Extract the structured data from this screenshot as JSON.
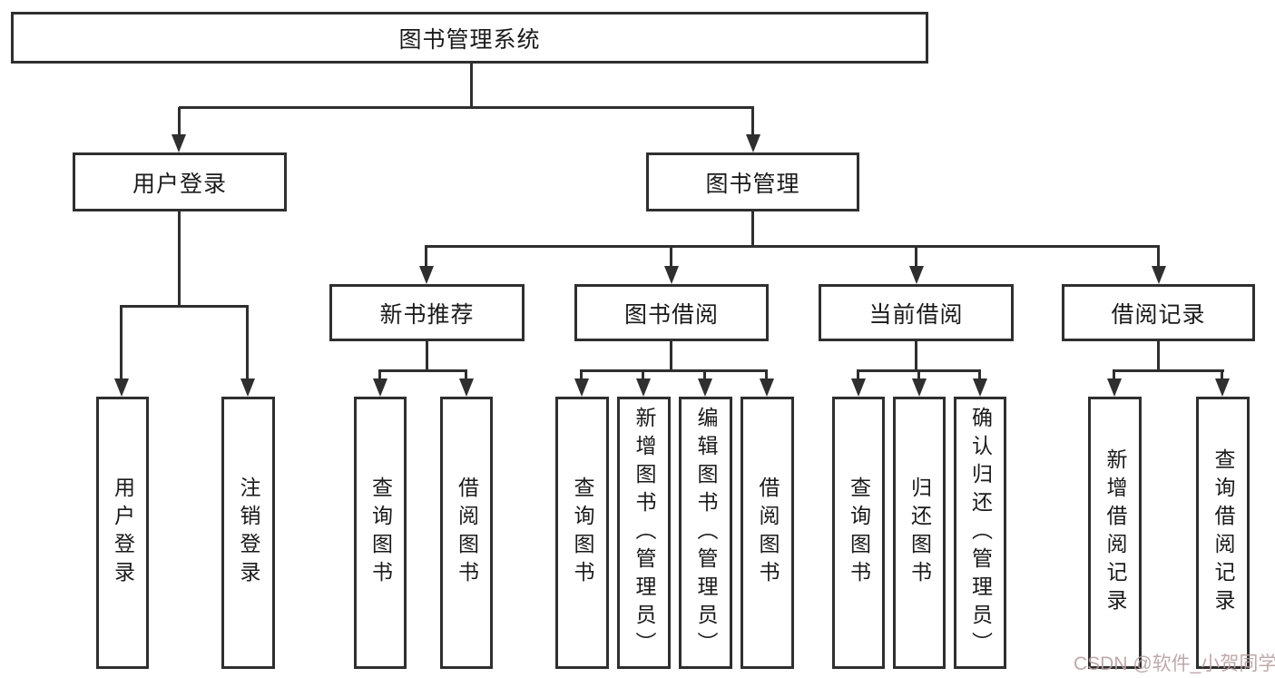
{
  "tree": {
    "root": {
      "label": "图书管理系统"
    },
    "branches": [
      {
        "label": "用户登录",
        "children": [
          {
            "label": "用户登录"
          },
          {
            "label": "注销登录"
          }
        ]
      },
      {
        "label": "图书管理",
        "groups": [
          {
            "label": "新书推荐",
            "children": [
              {
                "label": "查询图书"
              },
              {
                "label": "借阅图书"
              }
            ]
          },
          {
            "label": "图书借阅",
            "children": [
              {
                "label": "查询图书"
              },
              {
                "label": "新增图书（管理员）"
              },
              {
                "label": "编辑图书（管理员）"
              },
              {
                "label": "借阅图书"
              }
            ]
          },
          {
            "label": "当前借阅",
            "children": [
              {
                "label": "查询图书"
              },
              {
                "label": "归还图书"
              },
              {
                "label": "确认归还（管理员）"
              }
            ]
          },
          {
            "label": "借阅记录",
            "children": [
              {
                "label": "新增借阅记录"
              },
              {
                "label": "查询借阅记录"
              }
            ]
          }
        ]
      }
    ]
  },
  "watermark": {
    "text": "CSDN @软件_小贺同学"
  },
  "colors": {
    "line": "#2f2f2f",
    "text": "#1a1a1a",
    "background": "#ffffff",
    "watermark_text": "#b9a0a0"
  }
}
